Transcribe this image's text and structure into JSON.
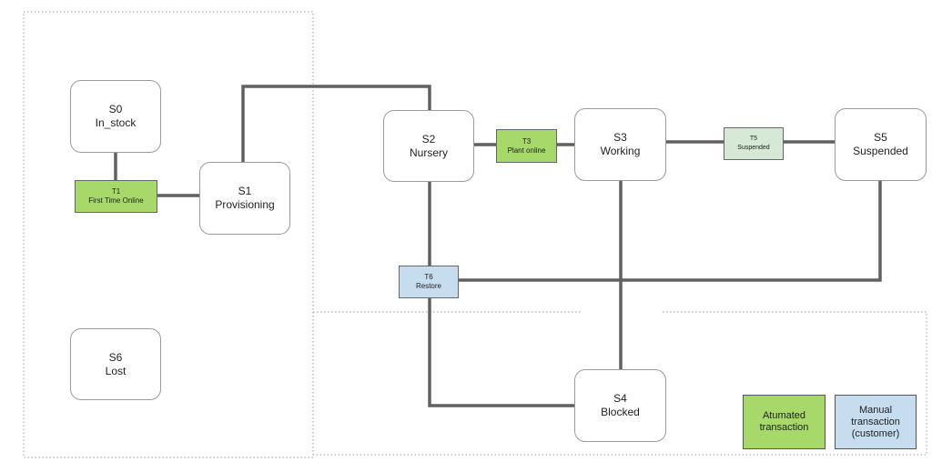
{
  "states": {
    "s0": {
      "id": "S0",
      "name": "In_stock"
    },
    "s1": {
      "id": "S1",
      "name": "Provisioning"
    },
    "s2": {
      "id": "S2",
      "name": "Nursery"
    },
    "s3": {
      "id": "S3",
      "name": "Working"
    },
    "s4": {
      "id": "S4",
      "name": "Blocked"
    },
    "s5": {
      "id": "S5",
      "name": "Suspended"
    },
    "s6": {
      "id": "S6",
      "name": "Lost"
    }
  },
  "transitions": {
    "t1": {
      "id": "T1",
      "name": "First Time Online",
      "kind": "automated"
    },
    "t3": {
      "id": "T3",
      "name": "Plant online",
      "kind": "automated"
    },
    "t5": {
      "id": "T5",
      "name": "Suspended",
      "kind": "other"
    },
    "t6": {
      "id": "T6",
      "name": "Restore",
      "kind": "manual"
    }
  },
  "legend": {
    "automated": "Atumated transaction",
    "manual": "Manual transaction (customer)"
  },
  "colors": {
    "automated": "#a6d86a",
    "manual": "#c6dcef",
    "t5_fill": "#d6e9d6",
    "connector": "#606060",
    "region_border": "#999999"
  }
}
